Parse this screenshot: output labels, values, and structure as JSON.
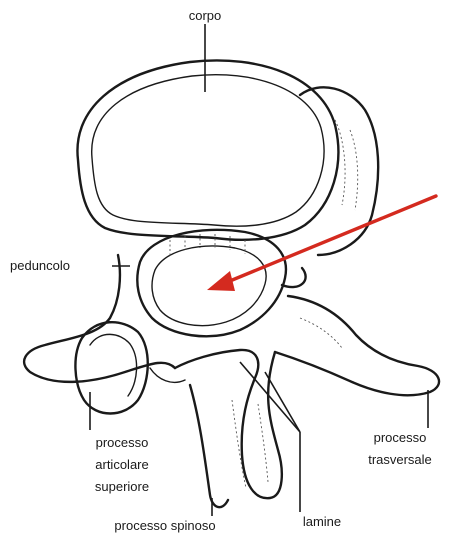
{
  "labels": {
    "corpo": "corpo",
    "peduncolo": "peduncolo",
    "processo_articolare": [
      "processo",
      "articolare",
      "superiore"
    ],
    "processo_trasversale": [
      "processo",
      "trasversale"
    ],
    "processo_spinoso": "processo spinoso",
    "lamine": "lamine"
  },
  "colors": {
    "line": "#1a1a1a",
    "arrow": "#d42a1f",
    "background": "#ffffff"
  }
}
